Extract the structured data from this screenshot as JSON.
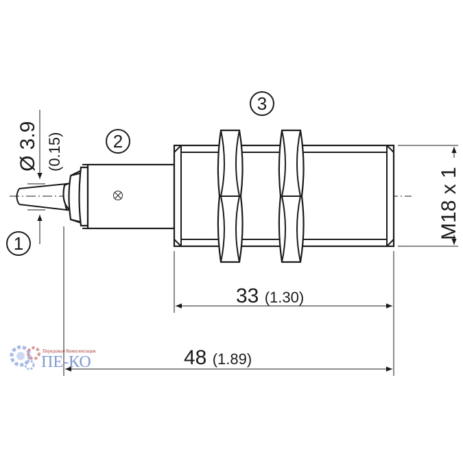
{
  "callouts": {
    "cable": "1",
    "led": "2",
    "nut": "3"
  },
  "dimensions": {
    "cable_diameter": "Ø 3.9",
    "cable_diameter_in": "(0.15)",
    "thread": "M18 x 1",
    "threaded_length": "33",
    "threaded_length_in": "(1.30)",
    "total_length": "48",
    "total_length_in": "(1.89)"
  },
  "watermark": {
    "name": "ПЕ-КО",
    "tagline": "Передовые Комплектация"
  },
  "colors": {
    "line": "#1a1a1a",
    "logo_blue": "#6f8fd8",
    "logo_red": "#b02020",
    "logo_gear": "#9fb3e6"
  }
}
